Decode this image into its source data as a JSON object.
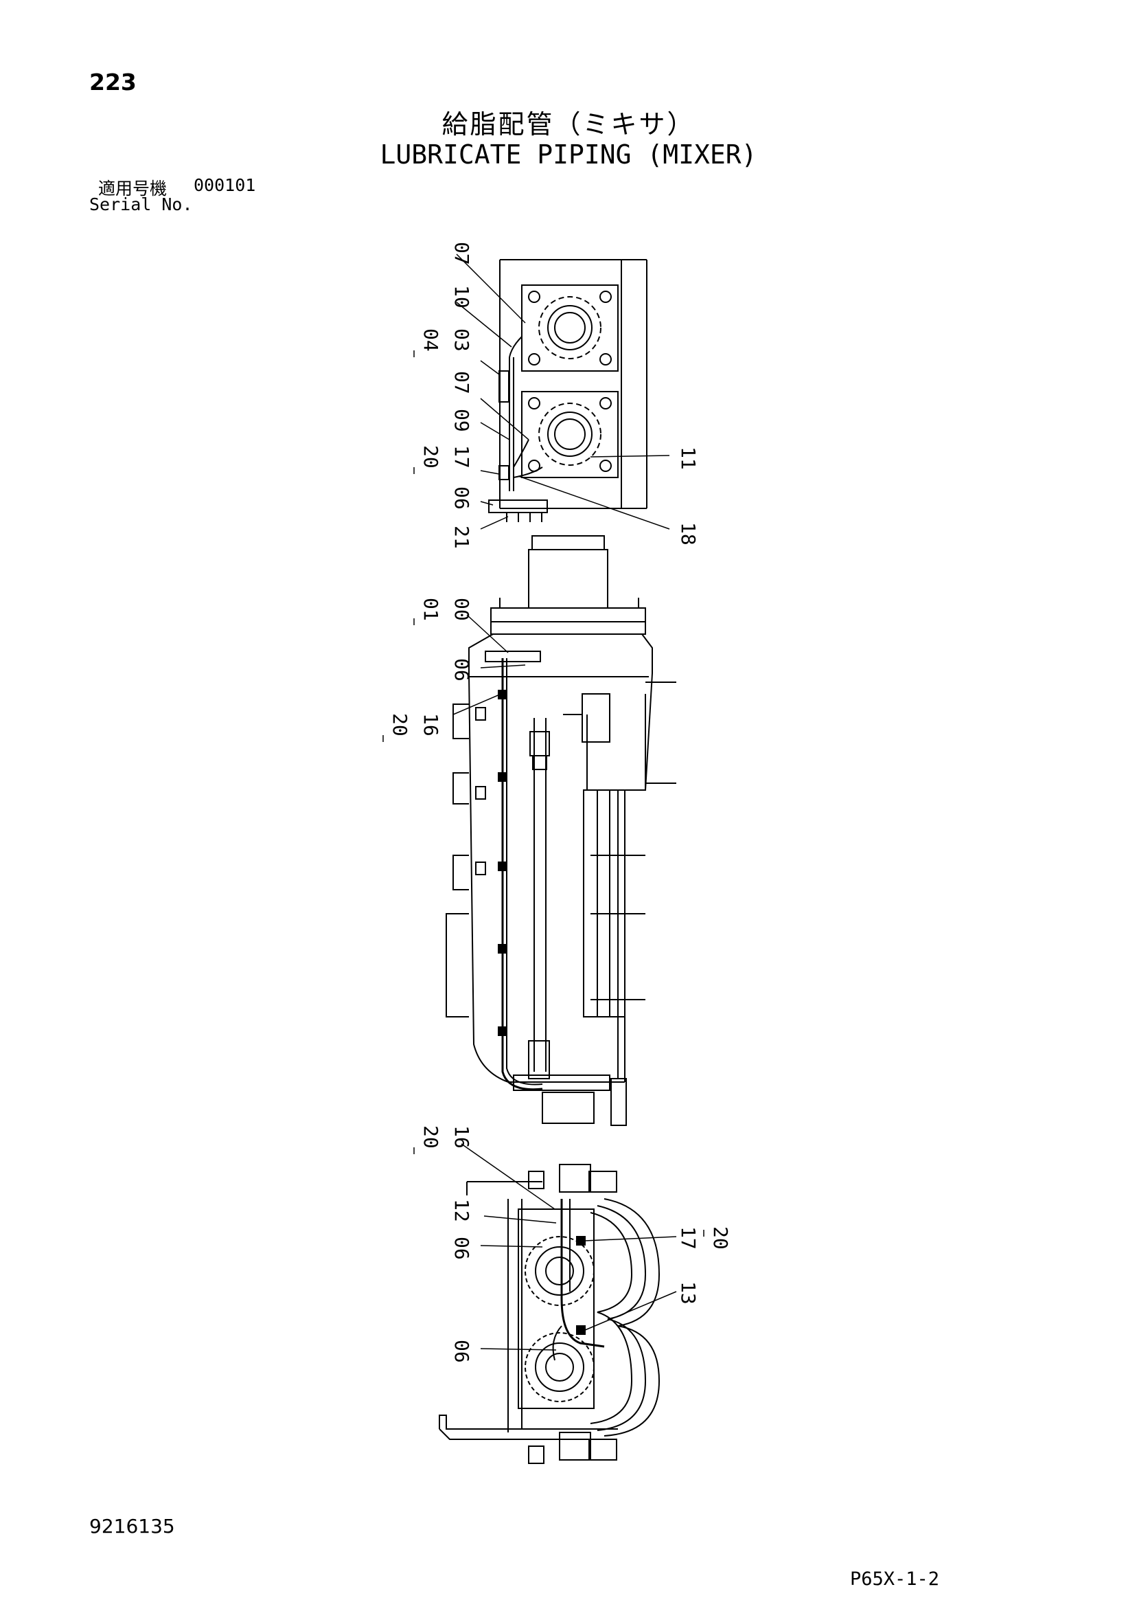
{
  "header": {
    "page_number": "223",
    "title_ja": "給脂配管（ミキサ）",
    "title_en": "LUBRICATE PIPING (MIXER)",
    "serial_label_ja": "適用号機",
    "serial_label_en": "Serial No.",
    "serial_value": "000101"
  },
  "footer": {
    "drawing_number": "9216135",
    "model_code": "P65X-1-2"
  },
  "callouts": {
    "top_view": [
      "07",
      "10",
      "04",
      "03",
      "07",
      "09",
      "20",
      "17",
      "06",
      "21",
      "11",
      "18"
    ],
    "middle_view": [
      "01",
      "00",
      "06",
      "20",
      "16"
    ],
    "bottom_view": [
      "20",
      "16",
      "12",
      "06",
      "06",
      "17",
      "20",
      "13"
    ]
  }
}
